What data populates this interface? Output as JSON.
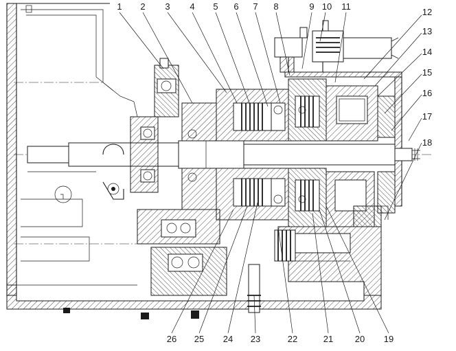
{
  "callouts": {
    "top": [
      "1",
      "2",
      "3",
      "4",
      "5",
      "6",
      "7",
      "8",
      "9",
      "10",
      "11"
    ],
    "right": [
      "12",
      "13",
      "14",
      "15",
      "16",
      "17",
      "18"
    ],
    "bottom": [
      "26",
      "25",
      "24",
      "23",
      "22",
      "21",
      "20",
      "19"
    ]
  }
}
